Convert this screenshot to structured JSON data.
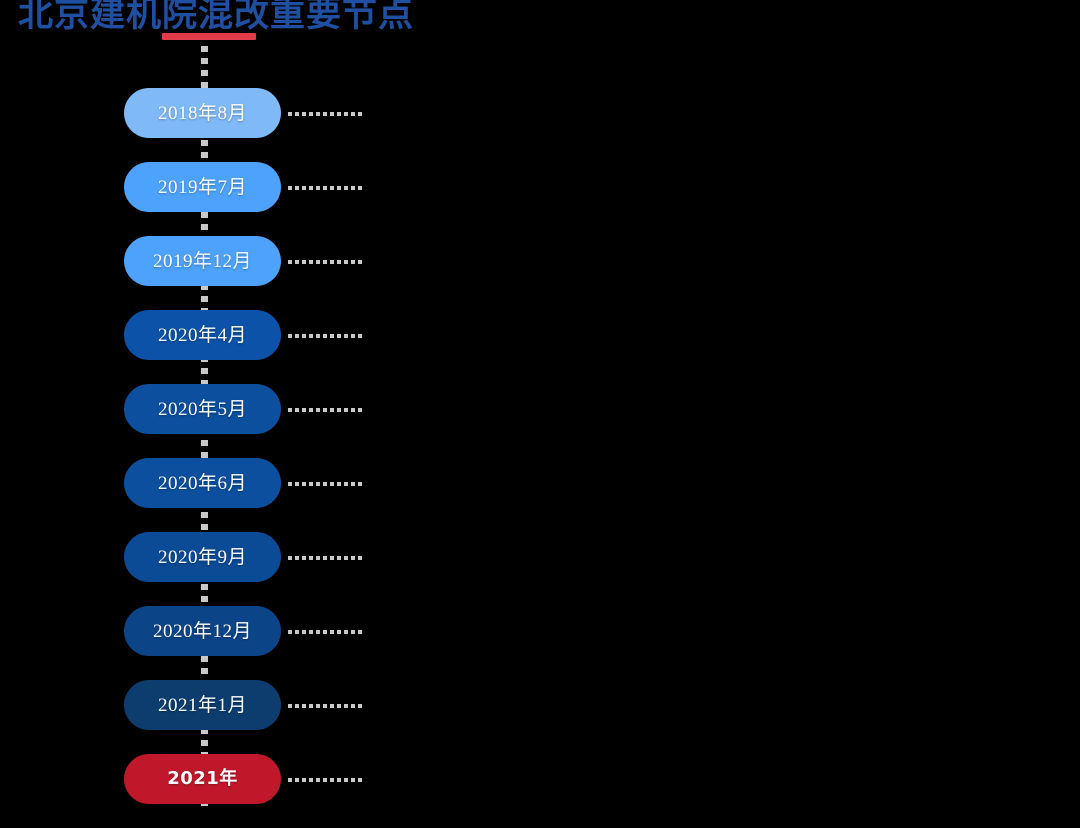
{
  "header": {
    "title": "北京建机院混改重要节点",
    "title_color": "#1F4FA0",
    "underline_color": "#E03C4A"
  },
  "theme": {
    "background": "#000000",
    "connector_color": "#C9C9C9",
    "spine_color": "#C9C9C9",
    "label_color": "#FFFFFF"
  },
  "timeline": {
    "orientation": "vertical",
    "item_count": 10,
    "items": [
      {
        "label": "2018年8月",
        "color": "#7FB9F7",
        "emphasis": false,
        "connector": true
      },
      {
        "label": "2019年7月",
        "color": "#4DA2FB",
        "emphasis": false,
        "connector": true
      },
      {
        "label": "2019年12月",
        "color": "#4DA2FB",
        "emphasis": false,
        "connector": true
      },
      {
        "label": "2020年4月",
        "color": "#0B52A8",
        "emphasis": false,
        "connector": true
      },
      {
        "label": "2020年5月",
        "color": "#0B4F9E",
        "emphasis": false,
        "connector": true
      },
      {
        "label": "2020年6月",
        "color": "#0B4F9E",
        "emphasis": false,
        "connector": true
      },
      {
        "label": "2020年9月",
        "color": "#0B4A95",
        "emphasis": false,
        "connector": true
      },
      {
        "label": "2020年12月",
        "color": "#0C4488",
        "emphasis": false,
        "connector": true
      },
      {
        "label": "2021年1月",
        "color": "#0C3D6E",
        "emphasis": false,
        "connector": true
      },
      {
        "label": "2021年",
        "color": "#C0182A",
        "emphasis": true,
        "connector": true
      }
    ]
  }
}
